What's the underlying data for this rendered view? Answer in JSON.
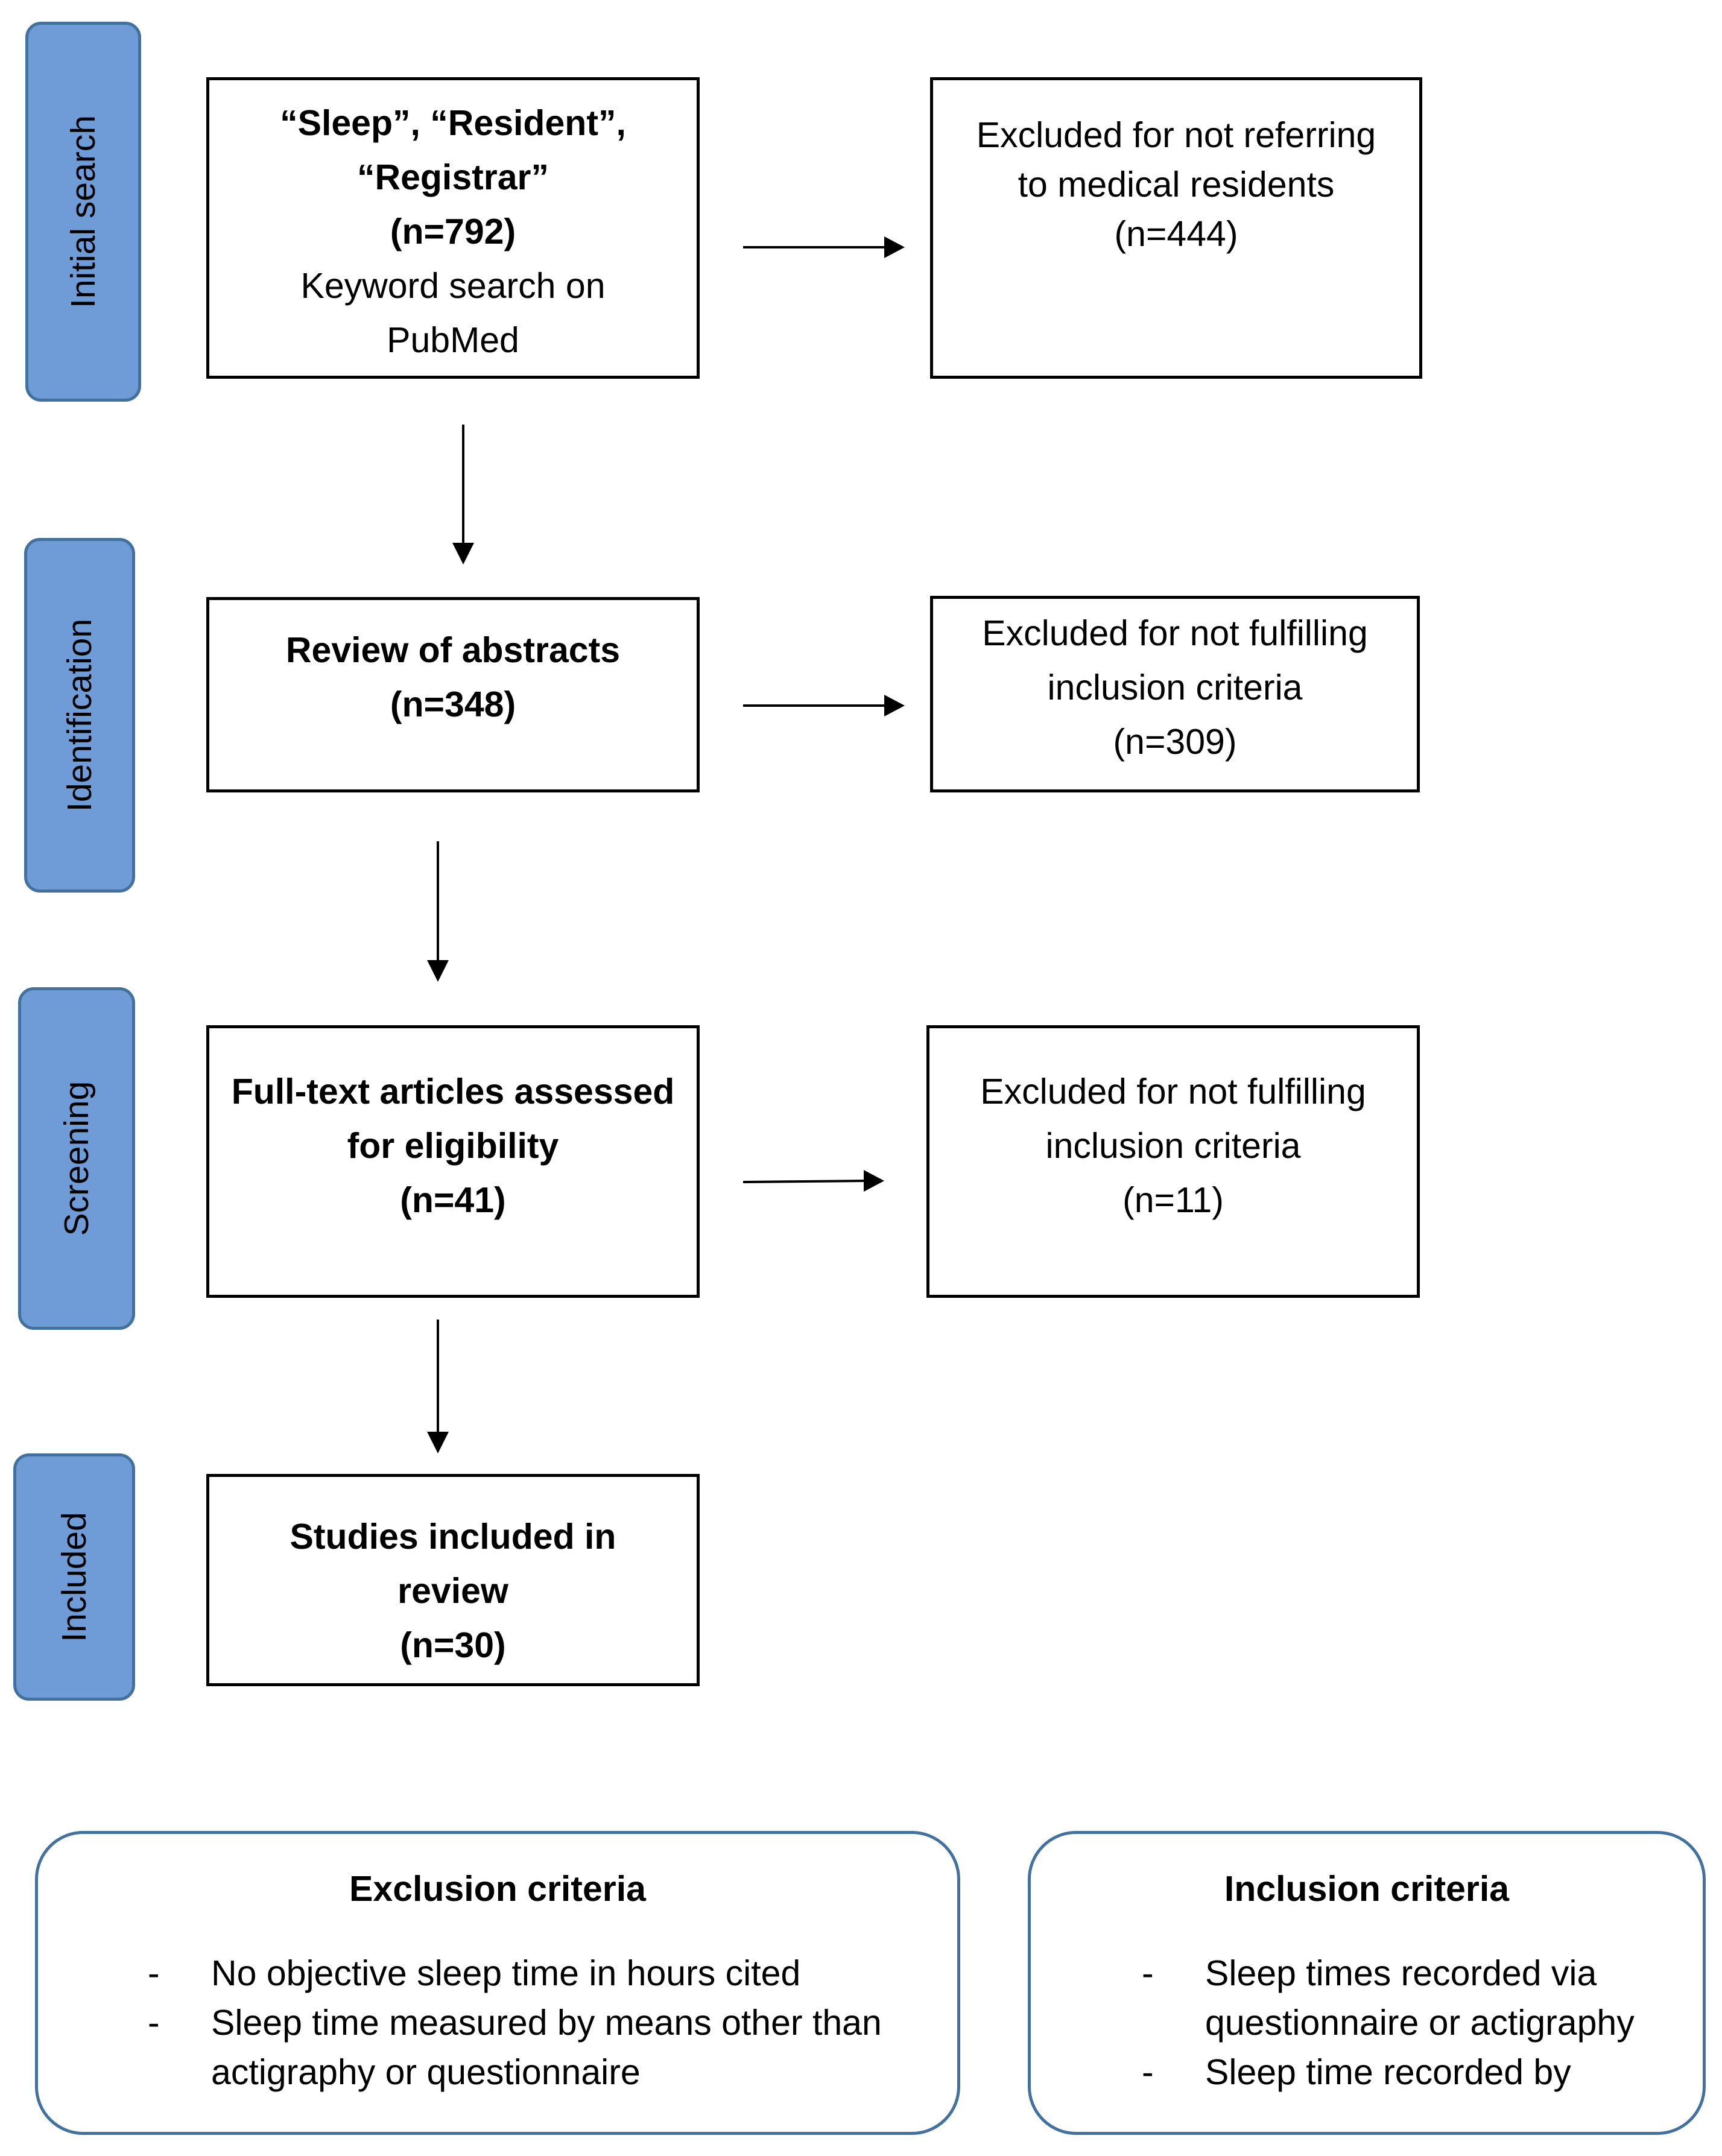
{
  "stages": [
    {
      "label": "Initial search"
    },
    {
      "label": "Identification"
    },
    {
      "label": "Screening"
    },
    {
      "label": "Included"
    }
  ],
  "flow": {
    "initial": {
      "line1": "“Sleep”, “Resident”,",
      "line2": "“Registrar”",
      "count": "(n=792)",
      "desc1": "Keyword search on",
      "desc2": "PubMed"
    },
    "review": {
      "title": "Review of abstracts",
      "count": "(n=348)"
    },
    "fulltext": {
      "line1": "Full-text articles assessed",
      "line2": "for eligibility",
      "count": "(n=41)"
    },
    "included": {
      "line1": "Studies included in",
      "line2": "review",
      "count": "(n=30)"
    }
  },
  "exclusions": {
    "e1": {
      "line1": "Excluded for not referring",
      "line2": "to medical residents",
      "count": "(n=444)"
    },
    "e2": {
      "line1": "Excluded for not fulfilling",
      "line2": "inclusion criteria",
      "count": "(n=309)"
    },
    "e3": {
      "line1": "Excluded for not fulfilling",
      "line2": "inclusion criteria",
      "count": "(n=11)"
    }
  },
  "exclusion_criteria": {
    "title": "Exclusion criteria",
    "items": [
      {
        "line1": "No objective sleep time in hours cited"
      },
      {
        "line1": "Sleep time measured by means other than",
        "line2": "actigraphy or questionnaire"
      }
    ]
  },
  "inclusion_criteria": {
    "title": "Inclusion criteria",
    "items": [
      {
        "line1": "Sleep times recorded via",
        "line2": "questionnaire or actigraphy"
      },
      {
        "line1": "Sleep time recorded by"
      }
    ]
  },
  "colors": {
    "stage_fill": "#6f9bd7",
    "stage_border": "#41719c",
    "box_border": "#000000"
  }
}
